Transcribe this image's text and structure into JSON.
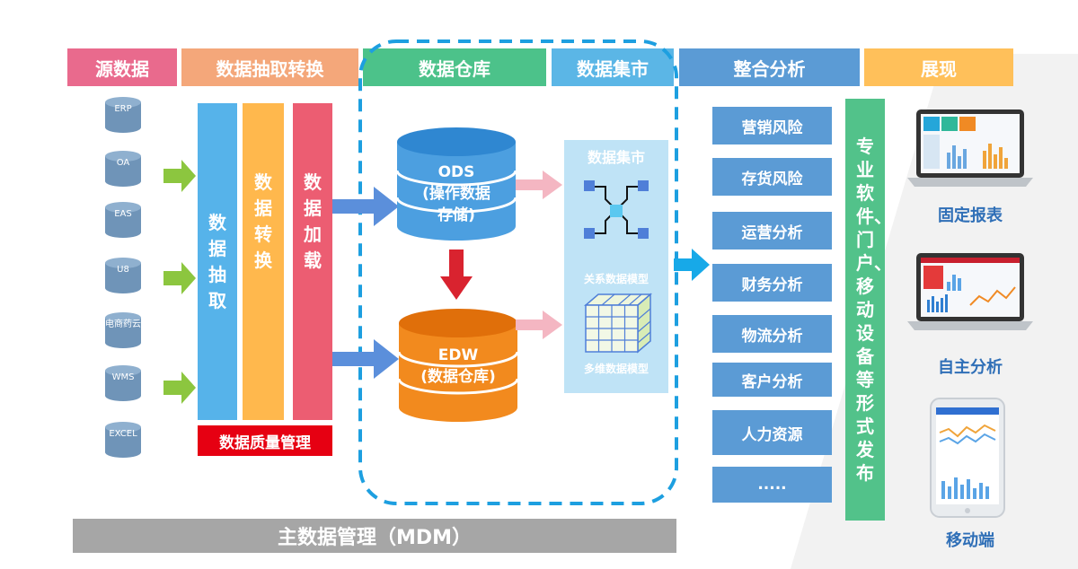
{
  "headers": {
    "source": "源数据",
    "etl": "数据抽取转换",
    "warehouse": "数据仓库",
    "mart": "数据集市",
    "analysis": "整合分析",
    "display": "展现"
  },
  "sources": [
    "ERP",
    "OA",
    "EAS",
    "U8",
    "电商药云",
    "WMS",
    "EXCEL"
  ],
  "etl_steps": [
    "数据抽取",
    "数据转换",
    "数据加载"
  ],
  "quality_label": "数据质量管理",
  "ods": {
    "line1": "ODS",
    "line2": "(操作数据",
    "line3": "存储)"
  },
  "edw": {
    "line1": "EDW",
    "line2": "(数据仓库)"
  },
  "mart_panel": {
    "title": "数据集市",
    "relational_label": "关系数据模型",
    "multidim_label": "多维数据模型"
  },
  "analysis_items": [
    "营销风险",
    "存货风险",
    "运营分析",
    "财务分析",
    "物流分析",
    "客户分析",
    "人力资源",
    "....."
  ],
  "publish_label": "专业软件、门户、移动设备等形式发布",
  "displays": [
    "固定报表",
    "自主分析",
    "移动端"
  ],
  "mdm_label": "主数据管理（MDM）",
  "colors": {
    "source": "#e96a8d",
    "etl": "#f4a77a",
    "warehouse": "#4cc28a",
    "mart": "#5bb6e6",
    "analysis": "#5b9bd5",
    "display": "#ffc05a",
    "extract": "#56b3ea",
    "transform": "#ffb84d",
    "load": "#ec5d72",
    "quality": "#e60012",
    "publish": "#52c28a",
    "mdm": "#a6a6a6"
  }
}
